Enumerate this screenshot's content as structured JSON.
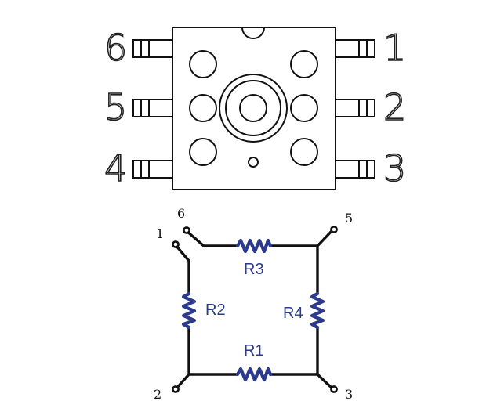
{
  "package": {
    "pins_left": [
      "6",
      "5",
      "4"
    ],
    "pins_right": [
      "1",
      "2",
      "3"
    ]
  },
  "circuit": {
    "terminals": [
      "1",
      "2",
      "3",
      "5",
      "6"
    ],
    "resistors": [
      "R1",
      "R2",
      "R3",
      "R4"
    ]
  },
  "colors": {
    "line": "#111111",
    "resistor": "#2b3a8c"
  }
}
